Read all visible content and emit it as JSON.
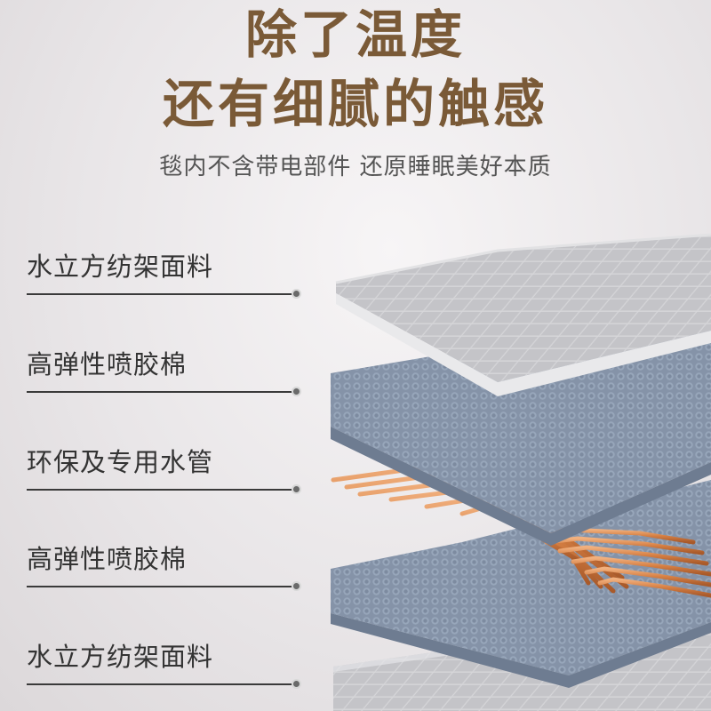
{
  "headline": {
    "line1": "除了温度",
    "line2": "还有细腻的触感"
  },
  "subtitle": "毯内不含带电部件 还原睡眠美好本质",
  "layers": [
    {
      "label": "水立方纺架面料",
      "material": "fabric"
    },
    {
      "label": "高弹性喷胶棉",
      "material": "foam"
    },
    {
      "label": "环保及专用水管",
      "material": "copper-pipes"
    },
    {
      "label": "高弹性喷胶棉",
      "material": "foam"
    },
    {
      "label": "水立方纺架面料",
      "material": "fabric"
    }
  ],
  "colors": {
    "headline": "#7a5a37",
    "fabric": "#c9c9cc",
    "foam": "#8796aa",
    "copper": "#d8884e"
  }
}
